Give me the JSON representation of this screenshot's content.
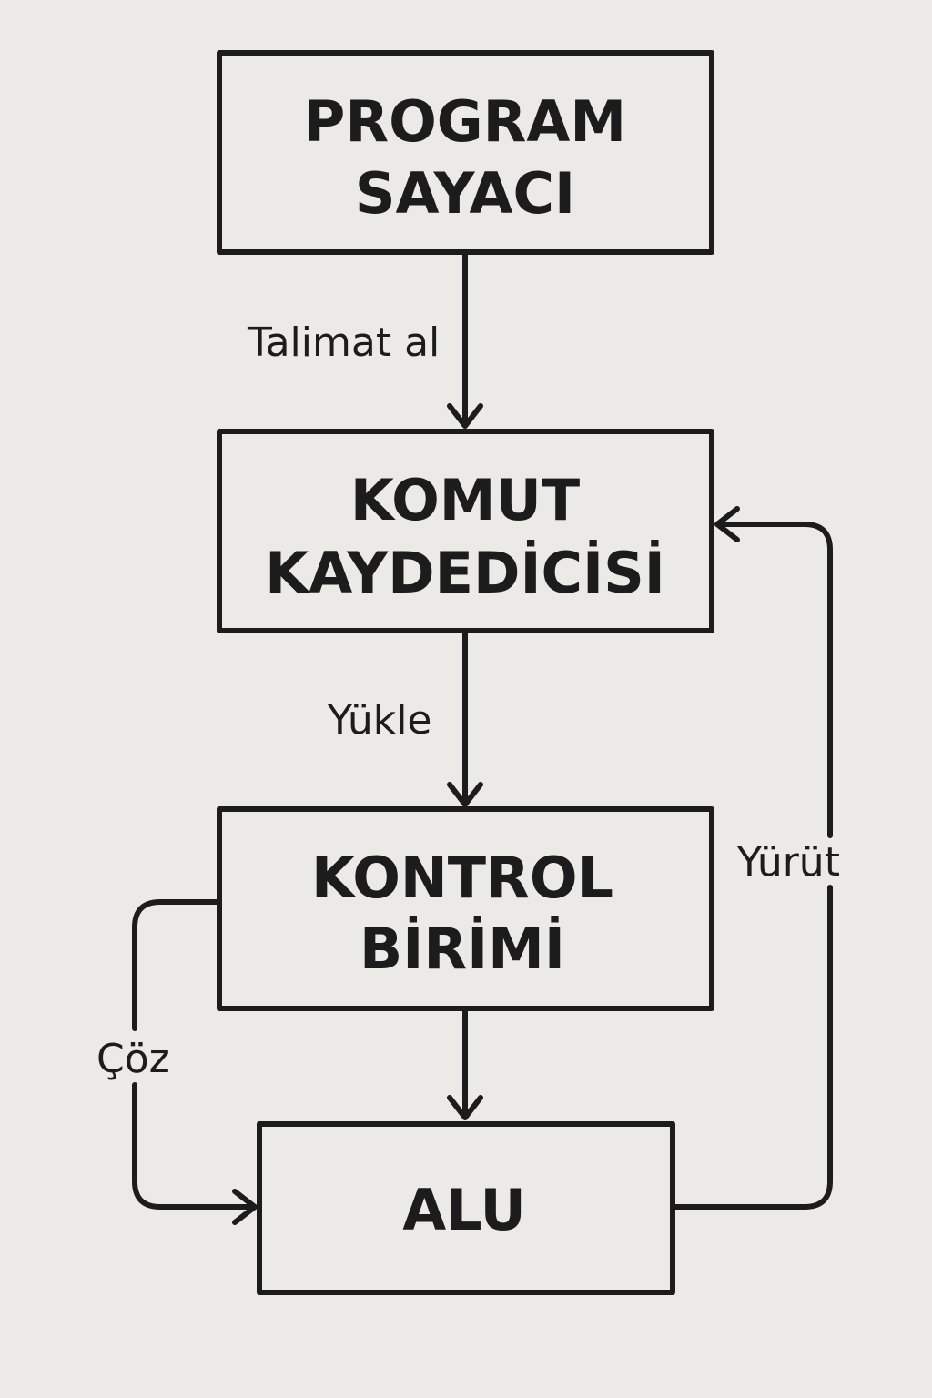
{
  "boxes": {
    "program_counter": {
      "line1": "PROGRAM",
      "line2": "SAYACI"
    },
    "instruction_register": {
      "line1": "KOMUT",
      "line2": "KAYDEDİCİSİ"
    },
    "control_unit": {
      "line1": "KONTROL",
      "line2": "BİRİMİ"
    },
    "alu": {
      "line1": "ALU"
    }
  },
  "edges": {
    "fetch": "Talimat al",
    "load": "Yükle",
    "decode": "Çöz",
    "execute": "Yürüt"
  },
  "colors": {
    "background": "#ebeae6",
    "ink": "#1c1c1c"
  }
}
